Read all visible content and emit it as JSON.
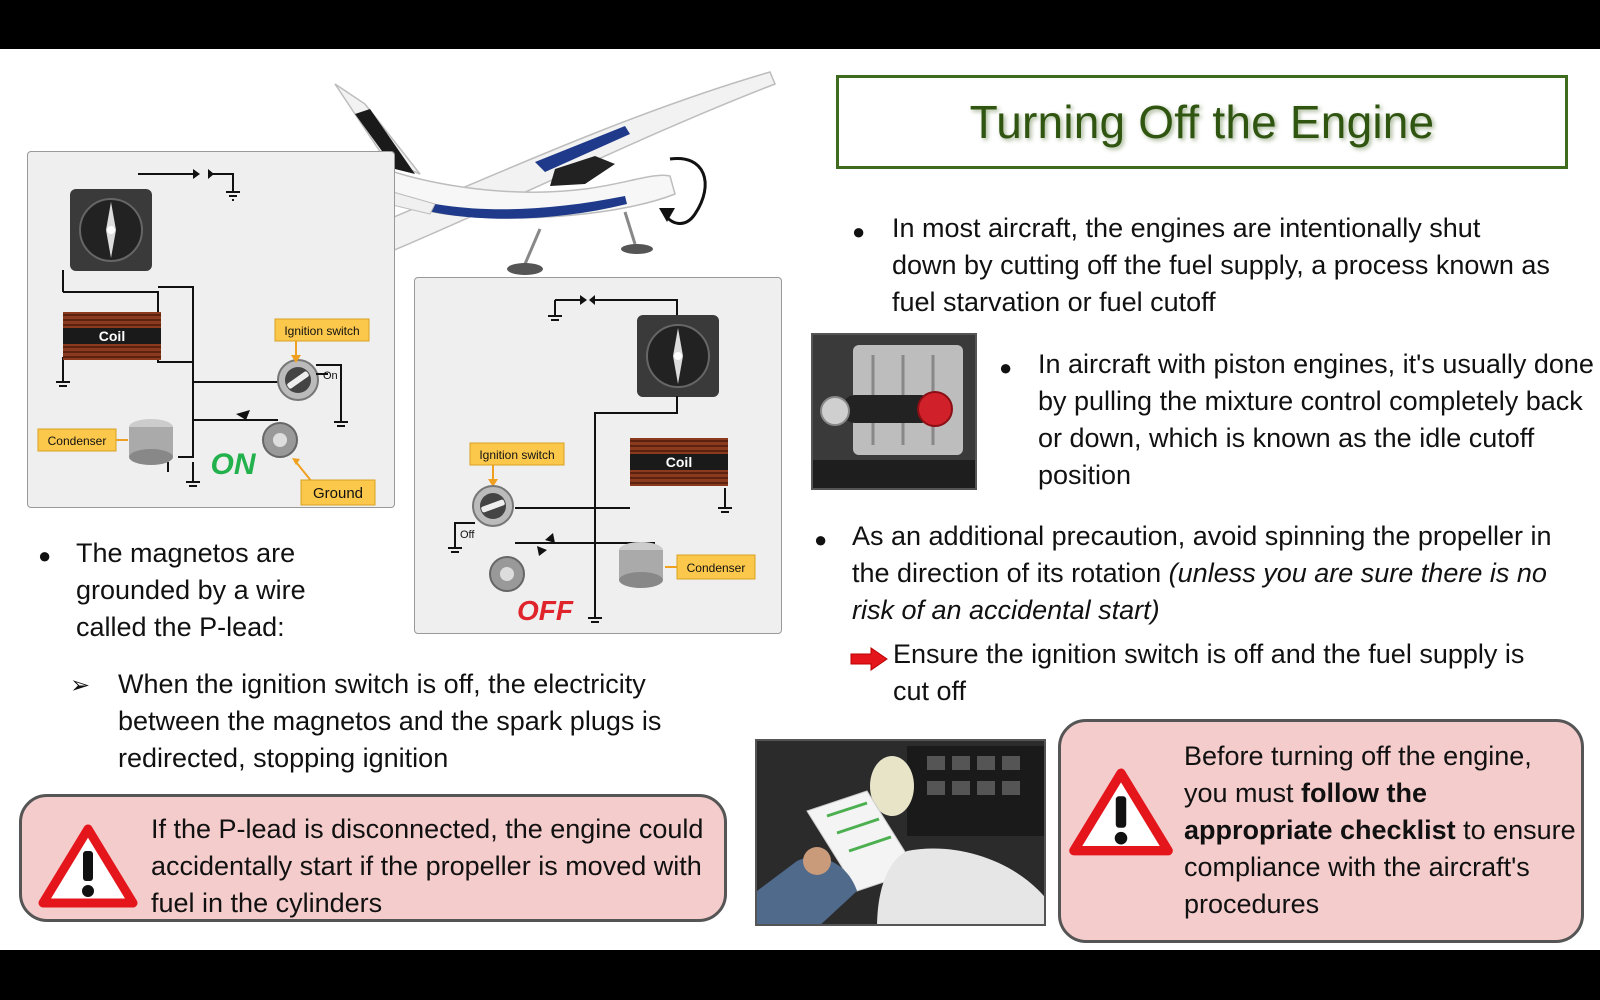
{
  "title": "Turning Off the Engine",
  "left": {
    "bullet_main": "The magnetos are grounded by a wire called the P-lead:",
    "sub_bullet": "When the ignition switch is off, the electricity between the magnetos and the spark plugs is redirected, stopping ignition",
    "warning": "If the P-lead is disconnected, the engine could accidentally start if the propeller is moved with fuel in the cylinders"
  },
  "right": {
    "bullet1": "In most aircraft, the engines are intentionally shut down by cutting off the fuel supply, a process known as fuel starvation or fuel cutoff",
    "bullet2": "In aircraft with piston engines, it's usually done by pulling the mixture control completely back or down, which is known as the idle cutoff position",
    "bullet3_normal": "As an additional precaution, avoid spinning the propeller in the direction of its rotation ",
    "bullet3_italic": "(unless you are sure there is no risk of an accidental start)",
    "arrow_item": "Ensure the ignition switch is off and the fuel supply is cut off",
    "warning_part1": "Before turning off the engine, you must ",
    "warning_bold": "follow the appropriate checklist",
    "warning_part2": " to ensure compliance with the aircraft's procedures"
  },
  "diagram_on": {
    "coil": "Coil",
    "ignition_switch": "Ignition switch",
    "on_label": "On",
    "condenser": "Condenser",
    "ground": "Ground",
    "state": "ON"
  },
  "diagram_off": {
    "coil": "Coil",
    "ignition_switch": "Ignition switch",
    "off_label": "Off",
    "condenser": "Condenser",
    "state": "OFF"
  },
  "icons": {
    "bullet": "black-dot",
    "sub_bullet": "arrowhead",
    "arrow": "red-arrow-icon",
    "warning": "warning-triangle-icon"
  },
  "colors": {
    "title": "#2f5510",
    "title_border": "#3f6b1e",
    "warning_bg": "#f4cccc",
    "label_bg": "#fcc84b",
    "on_state": "#22b14c",
    "off_state": "#e0242c",
    "arrow": "#e4161c"
  }
}
